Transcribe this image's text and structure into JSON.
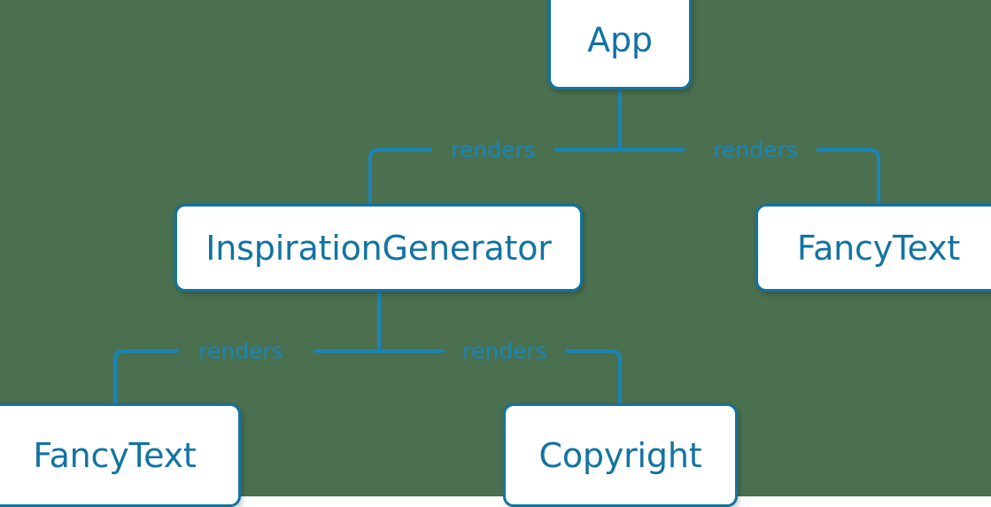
{
  "diagram": {
    "type": "component-tree",
    "background_color": "#4a7050",
    "node_border_color": "#1273a3",
    "node_fill_color": "#ffffff",
    "node_text_color": "#1273a3",
    "edge_color": "#1a85b8",
    "edge_label_color": "#1a85b8",
    "nodes": [
      {
        "id": "app",
        "label": "App"
      },
      {
        "id": "inspirationgenerator",
        "label": "InspirationGenerator"
      },
      {
        "id": "fancytext-right",
        "label": "FancyText"
      },
      {
        "id": "fancytext-bottom",
        "label": "FancyText"
      },
      {
        "id": "copyright",
        "label": "Copyright"
      }
    ],
    "edges": [
      {
        "from": "app",
        "to": "inspirationgenerator",
        "label": "renders"
      },
      {
        "from": "app",
        "to": "fancytext-right",
        "label": "renders"
      },
      {
        "from": "inspirationgenerator",
        "to": "fancytext-bottom",
        "label": "renders"
      },
      {
        "from": "inspirationgenerator",
        "to": "copyright",
        "label": "renders"
      }
    ]
  }
}
